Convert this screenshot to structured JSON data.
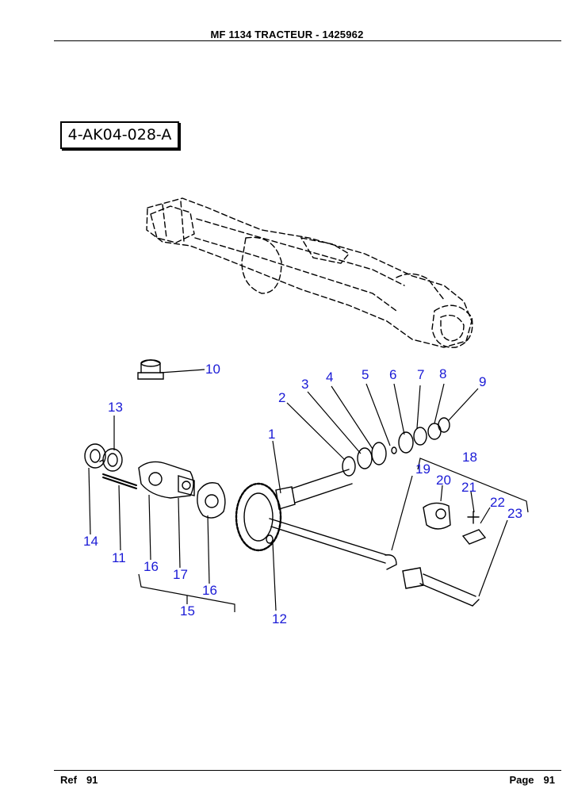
{
  "header": {
    "title": "MF 1134 TRACTEUR - 1425962"
  },
  "diagram": {
    "ref_code": "4-AK04-028-A",
    "callouts": {
      "c1": "1",
      "c2": "2",
      "c3": "3",
      "c4": "4",
      "c5": "5",
      "c6": "6",
      "c7": "7",
      "c8": "8",
      "c9": "9",
      "c10": "10",
      "c11": "11",
      "c12": "12",
      "c13": "13",
      "c14": "14",
      "c15": "15",
      "c16a": "16",
      "c16b": "16",
      "c17": "17",
      "c18": "18",
      "c19": "19",
      "c20": "20",
      "c21": "21",
      "c22": "22",
      "c23": "23"
    },
    "callout_color": "#1a1ad6"
  },
  "footer": {
    "ref_label": "Ref",
    "ref_value": "91",
    "page_label": "Page",
    "page_value": "91"
  }
}
